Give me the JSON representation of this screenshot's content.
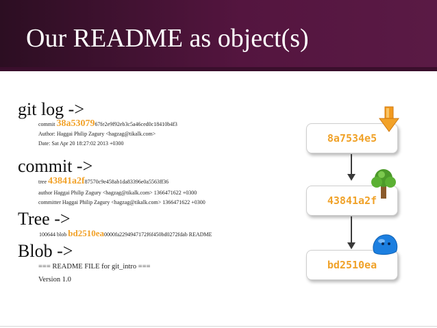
{
  "title": "Our README as object(s)",
  "sections": {
    "gitlog": {
      "heading": "git log ->",
      "commit_prefix": "commit ",
      "commit_hash_hl": "38a53079",
      "commit_hash_rest": "67fe2e9f92eb3c5a46ced0c18410b4f3",
      "author": "Author: Haggai Philip Zagury <hagzag@tikalk.com>",
      "date": "Date:   Sat Apr 20 18:27:02 2013 +0300"
    },
    "commit": {
      "heading": "commit ->",
      "tree_prefix": "tree ",
      "tree_hash_hl": "43841a2f",
      "tree_hash_rest": "87570c9e458ab1da83396e0a5563ff36",
      "author": "author Haggai Philip Zagury <hagzag@tikalk.com> 1366471622 +0300",
      "committer": "committer Haggai Philip Zagury <hagzag@tikalk.com> 1366471622 +0300"
    },
    "tree": {
      "heading": "Tree ->",
      "prefix": "100644 blob ",
      "hash_hl": "bd2510ea",
      "hash_rest": "0000fa2294947172f6f450bd0272fdab README"
    },
    "blob": {
      "heading": "Blob ->",
      "line1": "=== README FILE for git_intro ===",
      "line2": "Version 1.0"
    }
  },
  "diagram": {
    "nodes": [
      {
        "label": "8a7534e5",
        "icon": "arrow-down-icon"
      },
      {
        "label": "43841a2f",
        "icon": "tree-icon"
      },
      {
        "label": "bd2510ea",
        "icon": "blob-icon"
      }
    ]
  },
  "colors": {
    "header": "#54153f",
    "accent": "#f2a229",
    "hash_text": "#f0a229",
    "blob_icon": "#1c7fe0",
    "tree_icon": "#4c9a2a"
  }
}
